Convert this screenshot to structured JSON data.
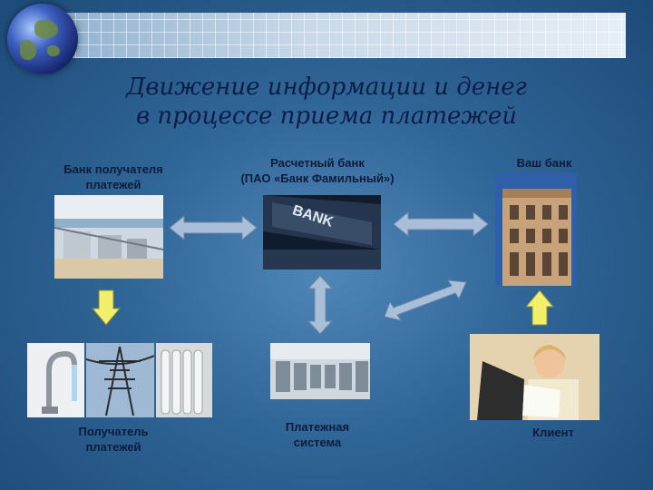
{
  "title_line1": "Движение информации и денег",
  "title_line2": "в процессе приема платежей",
  "nodes": {
    "recipient_bank": {
      "line1": "Банк получателя",
      "line2": "платежей"
    },
    "settlement_bank": {
      "line1": "Расчетный  банк",
      "line2": "(ПАО «Банк Фамильный»)"
    },
    "your_bank": {
      "line1": "Ваш банк"
    },
    "recipient": {
      "line1": "Получатель",
      "line2": "платежей"
    },
    "payment_system": {
      "line1": "Платежная",
      "line2": "система"
    },
    "client": {
      "line1": "Клиент"
    }
  },
  "bank_sign_text": "BANK",
  "colors": {
    "title": "#0c1d4a",
    "arrow_bidirectional": "#a9bfd9",
    "arrow_down": "#f2f06a"
  }
}
